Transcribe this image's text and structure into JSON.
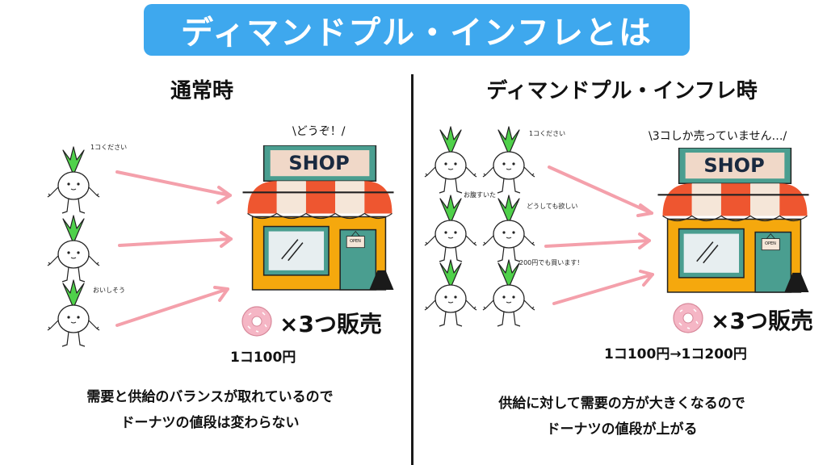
{
  "title": "ディマンドプル・インフレとは",
  "left": {
    "heading": "通常時",
    "labels": [
      "1コください",
      "おいしそう"
    ],
    "shop_speech": "\\どうぞ！/",
    "shop_sign": "SHOP",
    "open_sign": "OPEN",
    "sale": "×3つ販売",
    "price": "1コ100円",
    "caption_line1": "需要と供給のバランスが取れているので",
    "caption_line2": "ドーナツの値段は変わらない"
  },
  "right": {
    "heading": "ディマンドプル・インフレ時",
    "labels": [
      "1コください",
      "お腹すいた",
      "どうしても欲しい",
      "200円でも買います！"
    ],
    "shop_speech": "\\3コしか売っていません…/",
    "shop_sign": "SHOP",
    "open_sign": "OPEN",
    "sale": "×3つ販売",
    "price": "1コ100円→1コ200円",
    "caption_line1": "供給に対して需要の方が大きくなるので",
    "caption_line2": "ドーナツの値段が上がる"
  },
  "colors": {
    "banner": "#3ea8ee",
    "arrow": "#f4a0ab",
    "leaf": "#4fd14a",
    "awning_red": "#ee5630",
    "shop_orange": "#f5a80d",
    "shop_teal": "#4a9e90",
    "sign_bg": "#f0d8c8",
    "donut": "#f5b6c5"
  }
}
